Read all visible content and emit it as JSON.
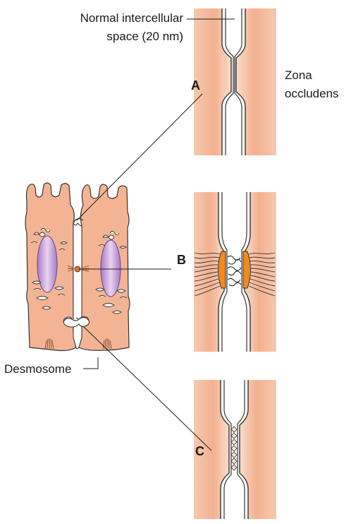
{
  "labels": {
    "normal_space_line1": "Normal intercellular",
    "normal_space_line2": "space (20 nm)",
    "zona_line1": "Zona",
    "zona_line2": "occludens",
    "desmosome": "Desmosome"
  },
  "panels": [
    {
      "id": "A",
      "letter": "A"
    },
    {
      "id": "B",
      "letter": "B"
    },
    {
      "id": "C",
      "letter": "C"
    }
  ],
  "colors": {
    "cytoplasm": "#f4b494",
    "cytoplasm_light": "#f9d2bd",
    "membrane": "#5a3a2a",
    "nucleus": "#c9a0d8",
    "nucleus_dark": "#9b6bb5",
    "plaque": "#f28a1c",
    "stroke": "#222222"
  }
}
